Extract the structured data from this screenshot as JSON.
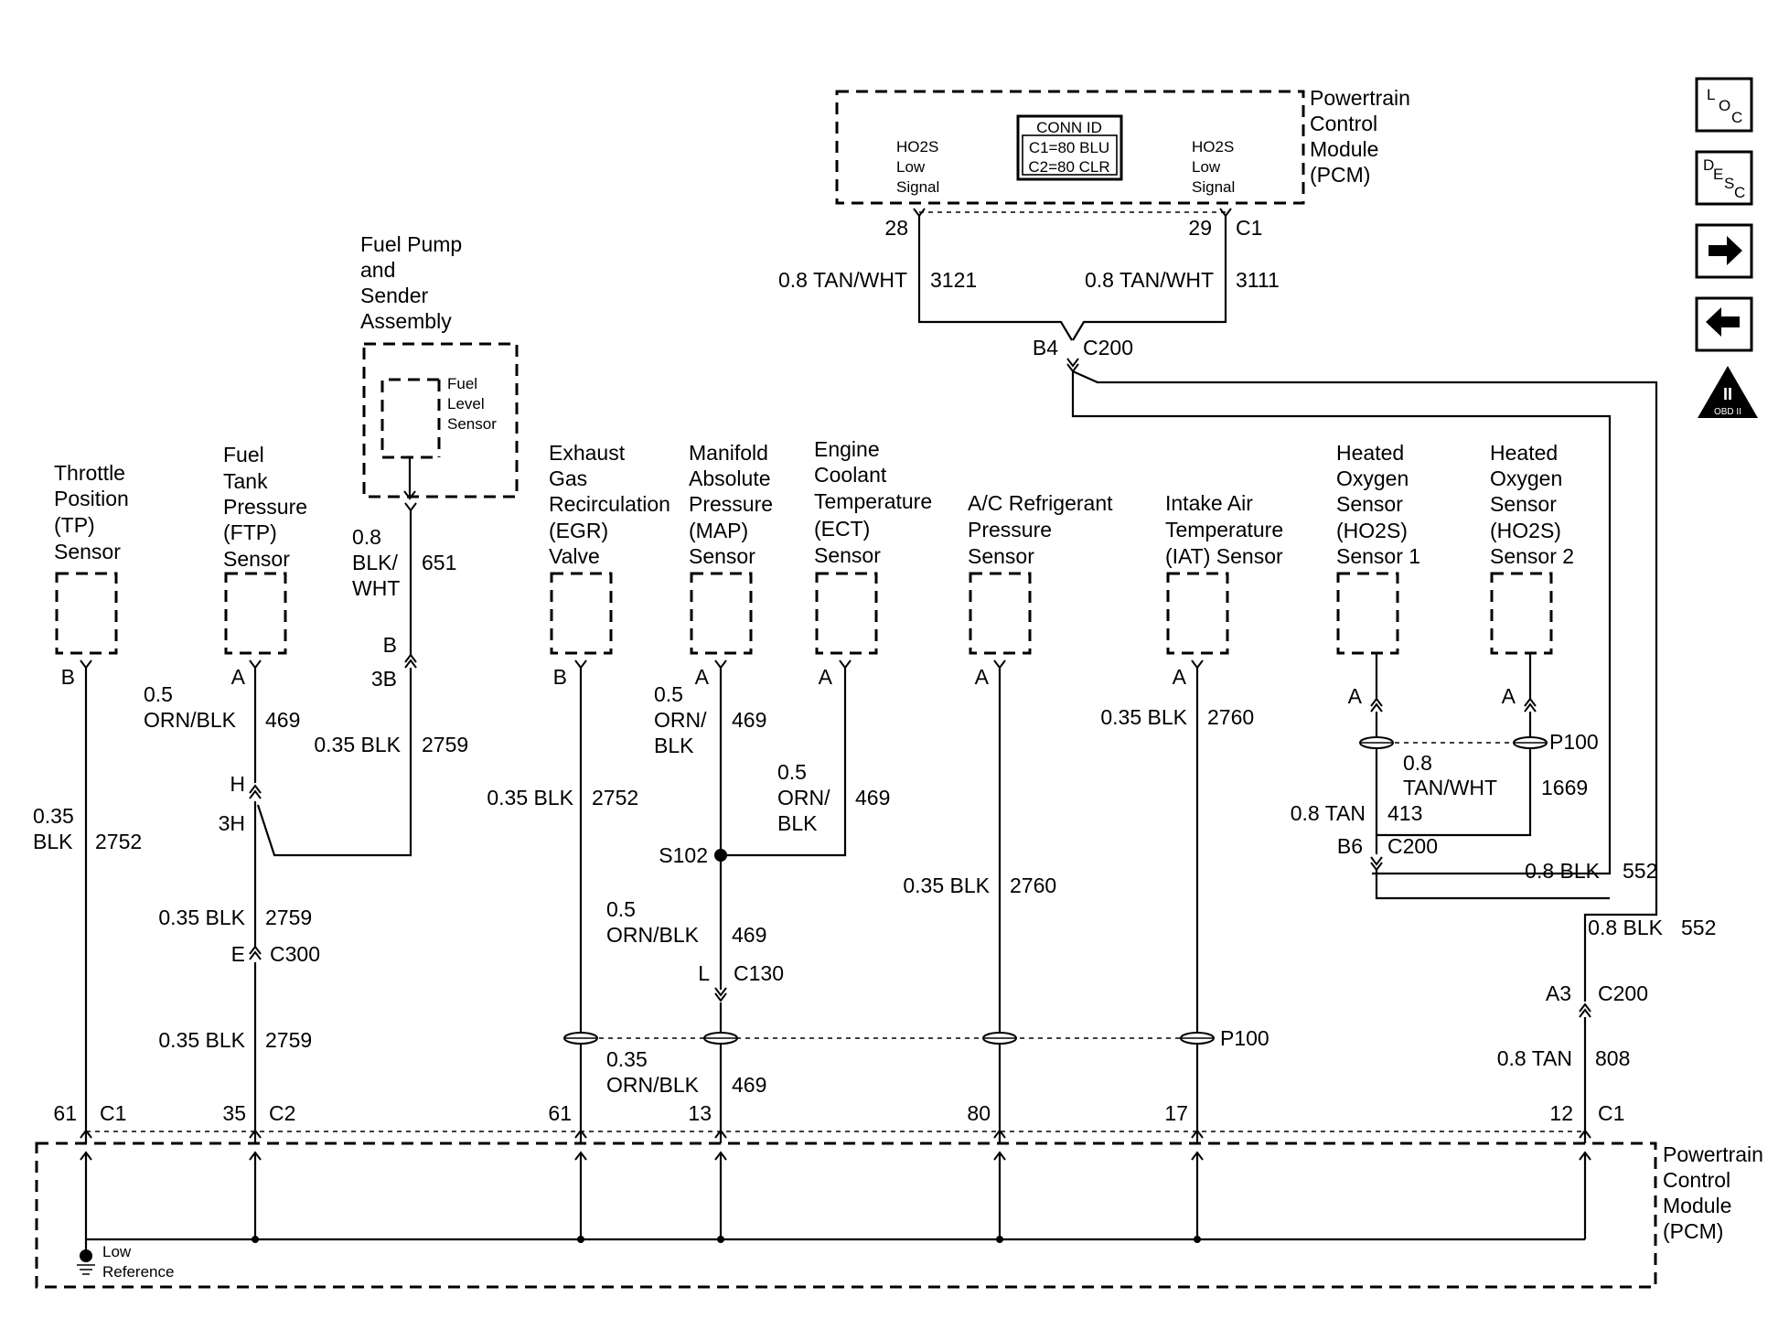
{
  "pcm_top": {
    "title": [
      "Powertrain",
      "Control",
      "Module",
      "(PCM)"
    ],
    "left_circuit": [
      "HO2S",
      "Low",
      "Signal"
    ],
    "right_circuit": [
      "HO2S",
      "Low",
      "Signal"
    ],
    "conn_id_title": "CONN ID",
    "conn_id_c1": "C1=80 BLU",
    "conn_id_c2": "C2=80 CLR",
    "pin_left": "28",
    "pin_right": "29",
    "connector": "C1"
  },
  "top_wires": {
    "left_color": "0.8 TAN/WHT",
    "left_circuit": "3121",
    "right_color": "0.8 TAN/WHT",
    "right_circuit": "3111",
    "junction_pin": "B4",
    "junction_conn": "C200"
  },
  "fuel_pump": {
    "title": [
      "Fuel Pump",
      "and",
      "Sender",
      "Assembly"
    ],
    "sensor": [
      "Fuel",
      "Level",
      "Sensor"
    ],
    "wire_color": [
      "0.8",
      "BLK/",
      "WHT"
    ],
    "wire_circuit": "651",
    "pin": "B",
    "connector_pin": "3B"
  },
  "components": {
    "tp": {
      "title": [
        "Throttle",
        "Position",
        "(TP)",
        "Sensor"
      ],
      "pin": "B"
    },
    "ftp": {
      "title": [
        "Fuel",
        "Tank",
        "Pressure",
        "(FTP)",
        "Sensor"
      ],
      "pin": "A"
    },
    "egr": {
      "title": [
        "Exhaust",
        "Gas",
        "Recirculation",
        "(EGR)",
        "Valve"
      ],
      "pin": "B"
    },
    "map": {
      "title": [
        "Manifold",
        "Absolute",
        "Pressure",
        "(MAP)",
        "Sensor"
      ],
      "pin": "A"
    },
    "ect": {
      "title": [
        "Engine",
        "Coolant",
        "Temperature",
        "(ECT)",
        "Sensor"
      ],
      "pin": "A"
    },
    "acp": {
      "title": [
        "A/C Refrigerant",
        "Pressure",
        "Sensor"
      ],
      "pin": "A"
    },
    "iat": {
      "title": [
        "Intake Air",
        "Temperature",
        "(IAT) Sensor"
      ],
      "pin": "A"
    },
    "ho2s1": {
      "title": [
        "Heated",
        "Oxygen",
        "Sensor",
        "(HO2S)",
        "Sensor 1"
      ],
      "pin": "A"
    },
    "ho2s2": {
      "title": [
        "Heated",
        "Oxygen",
        "Sensor",
        "(HO2S)",
        "Sensor 2"
      ],
      "pin": "A"
    }
  },
  "wires": {
    "tp": {
      "color": [
        "0.35",
        "BLK"
      ],
      "circuit": "2752"
    },
    "ftp_upper": {
      "color": [
        "0.5",
        "ORN/BLK"
      ],
      "circuit": "469"
    },
    "ftp_h_pin": "H",
    "ftp_3h_pin": "3H",
    "fuel_mid": {
      "color": "0.35 BLK",
      "circuit": "2759"
    },
    "ftp_mid": {
      "color": "0.35 BLK",
      "circuit": "2759"
    },
    "c300_pin": "E",
    "c300_conn": "C300",
    "ftp_low": {
      "color": "0.35 BLK",
      "circuit": "2759"
    },
    "egr": {
      "color": "0.35 BLK",
      "circuit": "2752"
    },
    "map_upper": {
      "color": [
        "0.5",
        "ORN/",
        "BLK"
      ],
      "circuit": "469"
    },
    "ect": {
      "color": [
        "0.5",
        "ORN/",
        "BLK"
      ],
      "circuit": "469"
    },
    "splice": "S102",
    "map_mid": {
      "color": [
        "0.5",
        "ORN/BLK"
      ],
      "circuit": "469"
    },
    "c130_pin": "L",
    "c130_conn": "C130",
    "map_low": {
      "color": [
        "0.35",
        "ORN/BLK"
      ],
      "circuit": "469"
    },
    "acp": {
      "color": "0.35 BLK",
      "circuit": "2760"
    },
    "iat": {
      "color": "0.35 BLK",
      "circuit": "2760"
    },
    "ho2s_shield": {
      "color": [
        "0.8",
        "TAN/WHT"
      ],
      "circuit": "1669"
    },
    "ho2s1": {
      "color": "0.8 TAN",
      "circuit": "413"
    },
    "b6_pin": "B6",
    "b6_conn": "C200",
    "ho2s_blk": {
      "color": "0.8 BLK",
      "circuit": "552"
    },
    "right_blk": {
      "color": "0.8 BLK",
      "circuit": "552"
    },
    "a3_pin": "A3",
    "a3_conn": "C200",
    "right_tan": {
      "color": "0.8 TAN",
      "circuit": "808"
    },
    "p100": "P100"
  },
  "pcm_bottom": {
    "title": [
      "Powertrain",
      "Control",
      "Module",
      "(PCM)"
    ],
    "low_ref": [
      "Low",
      "Reference"
    ],
    "pins": [
      {
        "pin": "61",
        "conn": "C1"
      },
      {
        "pin": "35",
        "conn": "C2"
      },
      {
        "pin": "61",
        "conn": ""
      },
      {
        "pin": "13",
        "conn": ""
      },
      {
        "pin": "80",
        "conn": ""
      },
      {
        "pin": "17",
        "conn": ""
      },
      {
        "pin": "12",
        "conn": "C1"
      }
    ]
  },
  "nav": {
    "loc": [
      "L",
      "O",
      "C"
    ],
    "desc": [
      "D",
      "E",
      "S",
      "C"
    ],
    "next_icon": "arrow-right-icon",
    "prev_icon": "arrow-left-icon",
    "obd": "OBD II",
    "obd_roman": "II"
  }
}
